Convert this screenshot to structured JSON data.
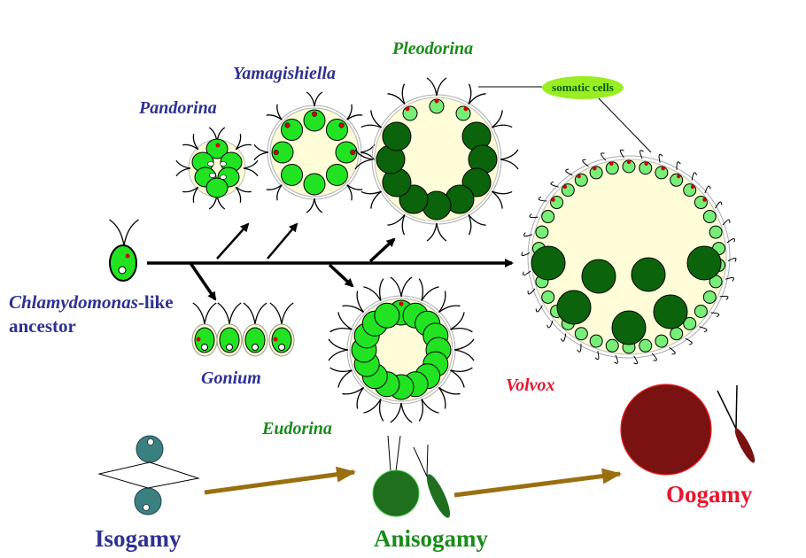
{
  "organisms": {
    "ancestor_italic": "Chlamydomonas",
    "ancestor_suffix": "-like",
    "ancestor_line2": "ancestor",
    "gonium": "Gonium",
    "pandorina": "Pandorina",
    "yamagishiella": "Yamagishiella",
    "pleodorina": "Pleodorina",
    "eudorina": "Eudorina",
    "volvox": "Volvox"
  },
  "callout": {
    "somatic_cells": "somatic cells"
  },
  "reproduction": {
    "isogamy": "Isogamy",
    "anisogamy": "Anisogamy",
    "oogamy": "Oogamy"
  },
  "colors": {
    "cell_green": "#22e322",
    "light_green": "#77ee77",
    "dark_green": "#0b640b",
    "matrix": "#fffcd8",
    "teal": "#3a8080",
    "oogamy_red": "#7a1212",
    "arrow_gold": "#9a6f10",
    "callout_fill": "#99ee22"
  }
}
